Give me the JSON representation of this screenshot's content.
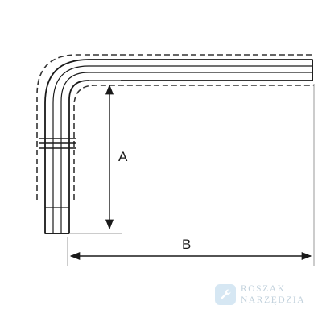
{
  "diagram": {
    "dimension_a": "A",
    "dimension_b": "B"
  },
  "watermark": {
    "line1": "Roszak",
    "line2": "Narzędzia",
    "logo_icon": "wrench-icon"
  },
  "colors": {
    "line": "#1a1a1a",
    "dashed": "#333333",
    "watermark": "#b7c9d6",
    "watermark_logo_bg": "#cfe3f1"
  }
}
